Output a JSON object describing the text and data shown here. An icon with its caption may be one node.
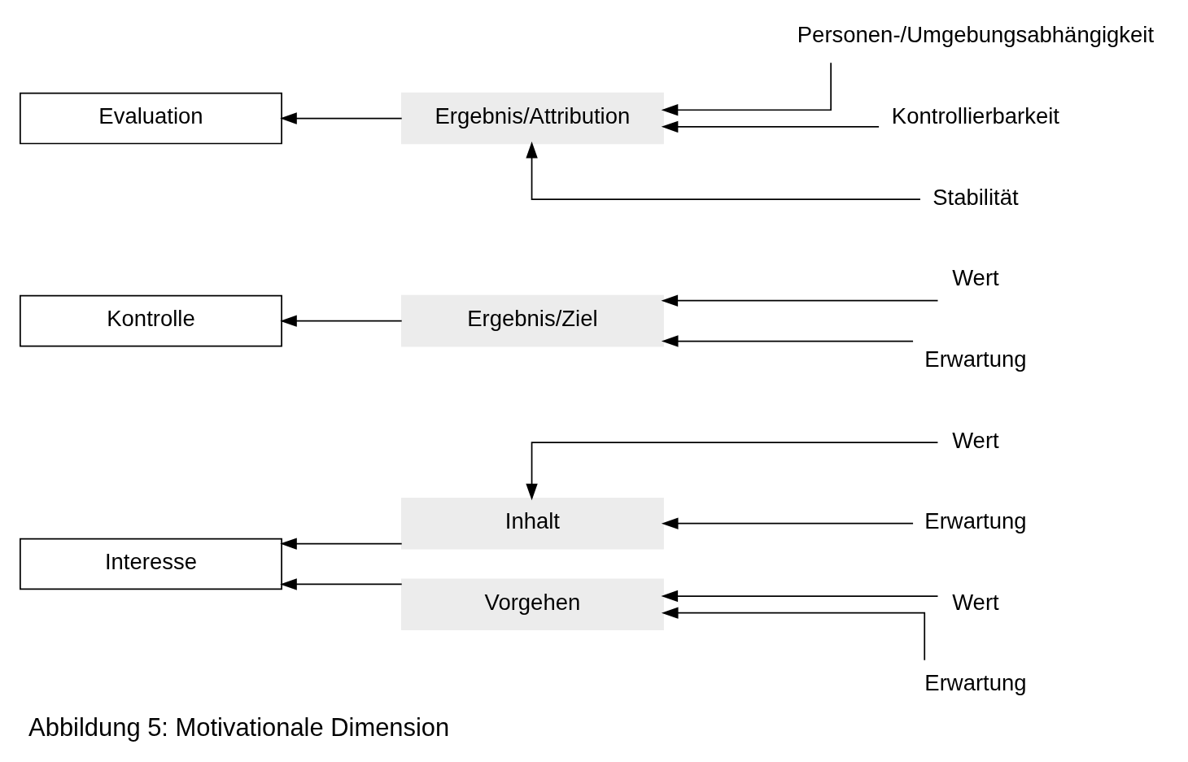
{
  "diagram": {
    "caption": "Abbildung 5: Motivationale Dimension",
    "nodes": [
      {
        "text": [
          "Interesse"
        ]
      },
      {
        "text": [
          "Kontrolle"
        ]
      },
      {
        "text": [
          "Evaluation"
        ]
      },
      {
        "text": [
          "Inhalt"
        ]
      },
      {
        "text": [
          "Vorgehen"
        ]
      },
      {
        "text": [
          "Ergebnis/Ziel"
        ]
      },
      {
        "text": [
          "Ergebnis/Attribution"
        ]
      },
      {
        "text": [
          "Wert"
        ]
      },
      {
        "text": [
          "Erwartung"
        ]
      },
      {
        "text": [
          "Wert"
        ]
      },
      {
        "text": [
          "Erwartung"
        ]
      },
      {
        "text": [
          "Wert"
        ]
      },
      {
        "text": [
          "Erwartung"
        ]
      },
      {
        "text": [
          "Personen-/Umgebungsabhängigkeit"
        ]
      },
      {
        "text": [
          "Kontrollierbarkeit"
        ]
      },
      {
        "text": [
          "Stabilität"
        ]
      }
    ],
    "edges": [
      {
        "from": 3,
        "to": 0,
        "arrow": "to"
      },
      {
        "from": 4,
        "to": 0,
        "arrow": "to"
      },
      {
        "from": 5,
        "to": 1,
        "arrow": "to"
      },
      {
        "from": 6,
        "to": 2,
        "arrow": "to"
      },
      {
        "from": 7,
        "to": 3,
        "arrow": "to"
      },
      {
        "from": 8,
        "to": 3,
        "arrow": "to"
      },
      {
        "from": 9,
        "to": 4,
        "arrow": "to"
      },
      {
        "from": 10,
        "to": 4,
        "arrow": "to"
      },
      {
        "from": 11,
        "to": 5,
        "arrow": "to"
      },
      {
        "from": 12,
        "to": 5,
        "arrow": "to"
      },
      {
        "from": 13,
        "to": 6,
        "arrow": "to"
      },
      {
        "from": 14,
        "to": 6,
        "arrow": "to"
      },
      {
        "from": 15,
        "to": 6,
        "arrow": "to"
      }
    ]
  }
}
